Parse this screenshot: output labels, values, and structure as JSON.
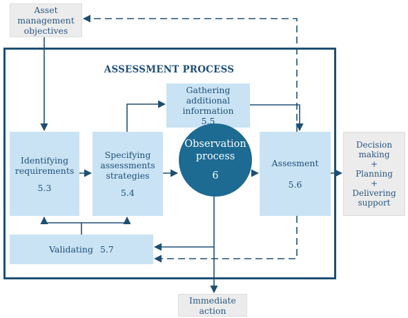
{
  "title": "ASSESSMENT PROCESS",
  "nodes": {
    "objectives": {
      "line1": "Asset",
      "line2": "management",
      "line3": "objectives"
    },
    "gathering": {
      "line1": "Gathering",
      "line2": "additional",
      "line3": "information",
      "number": "5.5"
    },
    "identifying": {
      "line1": "Identifying",
      "line2": "requirements",
      "number": "5.3"
    },
    "specifying": {
      "line1": "Specifying",
      "line2": "assessments",
      "line3": "strategies",
      "number": "5.4"
    },
    "observation": {
      "line1": "Observation",
      "line2": "process",
      "number": "6"
    },
    "assessment": {
      "line1": "Assesment",
      "number": "5.6"
    },
    "decision": {
      "line1": "Decision",
      "line2": "making",
      "line3": "+",
      "line4": "Planning",
      "line5": "+",
      "line6": "Delivering",
      "line7": "support"
    },
    "validating": {
      "label": "Validating",
      "number": "5.7"
    },
    "immediate": {
      "line1": "Immediate",
      "line2": "action"
    }
  },
  "colors": {
    "dark_blue": "#1d4f73",
    "circle": "#1d6a93",
    "box_fill": "#c9e3f4",
    "grey_fill": "#ececec"
  }
}
